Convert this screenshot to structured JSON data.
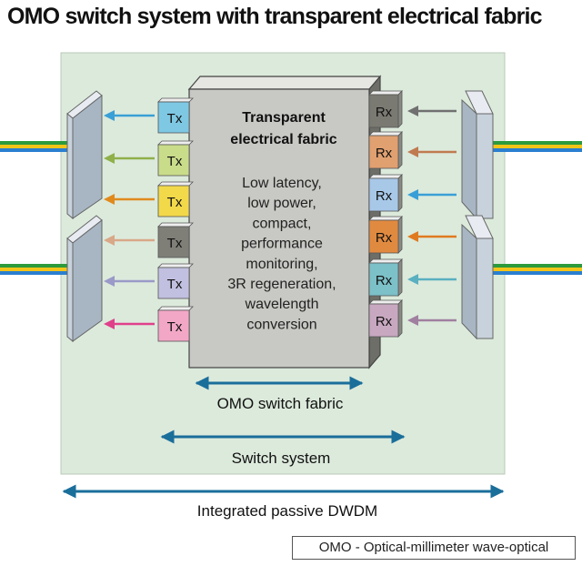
{
  "title": "OMO switch system with transparent electrical fabric",
  "fabric": {
    "heading_line1": "Transparent",
    "heading_line2": "electrical fabric",
    "features": [
      "Low latency,",
      "low power,",
      "compact,",
      "performance",
      "monitoring,",
      "3R regeneration,",
      "wavelength",
      "conversion"
    ]
  },
  "tx_label": "Tx",
  "rx_label": "Rx",
  "scopes": {
    "omo_switch_fabric": "OMO switch fabric",
    "switch_system": "Switch system",
    "integrated_dwdm": "Integrated passive DWDM"
  },
  "footnote": "OMO - Optical-millimeter wave-optical",
  "colors": {
    "tx": [
      "#7ec8e3",
      "#c9dc8a",
      "#f2d94a",
      "#7f7f77",
      "#c2c0e0",
      "#f2a7c6"
    ],
    "tx_arrows": [
      "#3a9fd6",
      "#8fb04a",
      "#e08a1e",
      "#d8a888",
      "#9a99c8",
      "#e0408a"
    ],
    "rx": [
      "#7a7a72",
      "#e0a070",
      "#a8c8e8",
      "#e08a40",
      "#7cc0c8",
      "#c8a8c0"
    ],
    "rx_arrows": [
      "#707070",
      "#c07a50",
      "#3a9fd6",
      "#e07a20",
      "#5ab0c0",
      "#a080a0"
    ],
    "scope_arrow": "#1a6e9a",
    "panel": "#dceadc",
    "fiber": [
      "#2d9a3c",
      "#f2c418",
      "#2a7fd0"
    ]
  }
}
